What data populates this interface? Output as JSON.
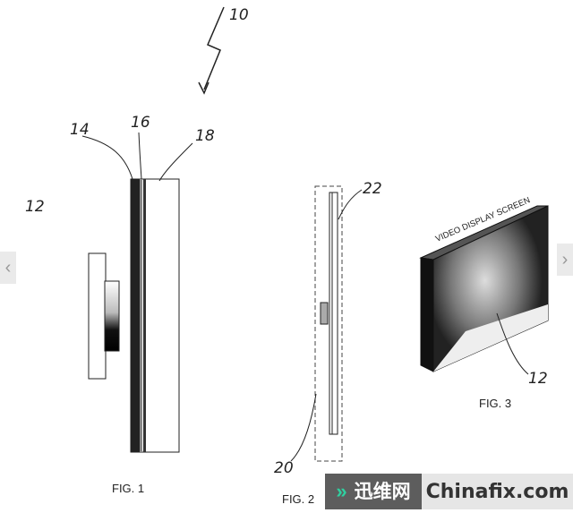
{
  "figure1": {
    "ref_assembly": "10",
    "ref_layer_a": "14",
    "ref_layer_b": "16",
    "ref_layer_c": "18",
    "ref_device": "12",
    "caption": "FIG. 1"
  },
  "figure2": {
    "ref_panel": "22",
    "ref_frame": "20",
    "caption": "FIG. 2"
  },
  "figure3": {
    "screen_label": "VIDEO DISPLAY SCREEN",
    "ref_device": "12",
    "caption": "FIG. 3"
  },
  "watermark": {
    "chinese": "迅维网",
    "site": "Chinafix.com",
    "accent": "#2fd0a0"
  },
  "nav": {
    "prev_icon": "chevron-left-icon",
    "next_icon": "chevron-right-icon"
  }
}
